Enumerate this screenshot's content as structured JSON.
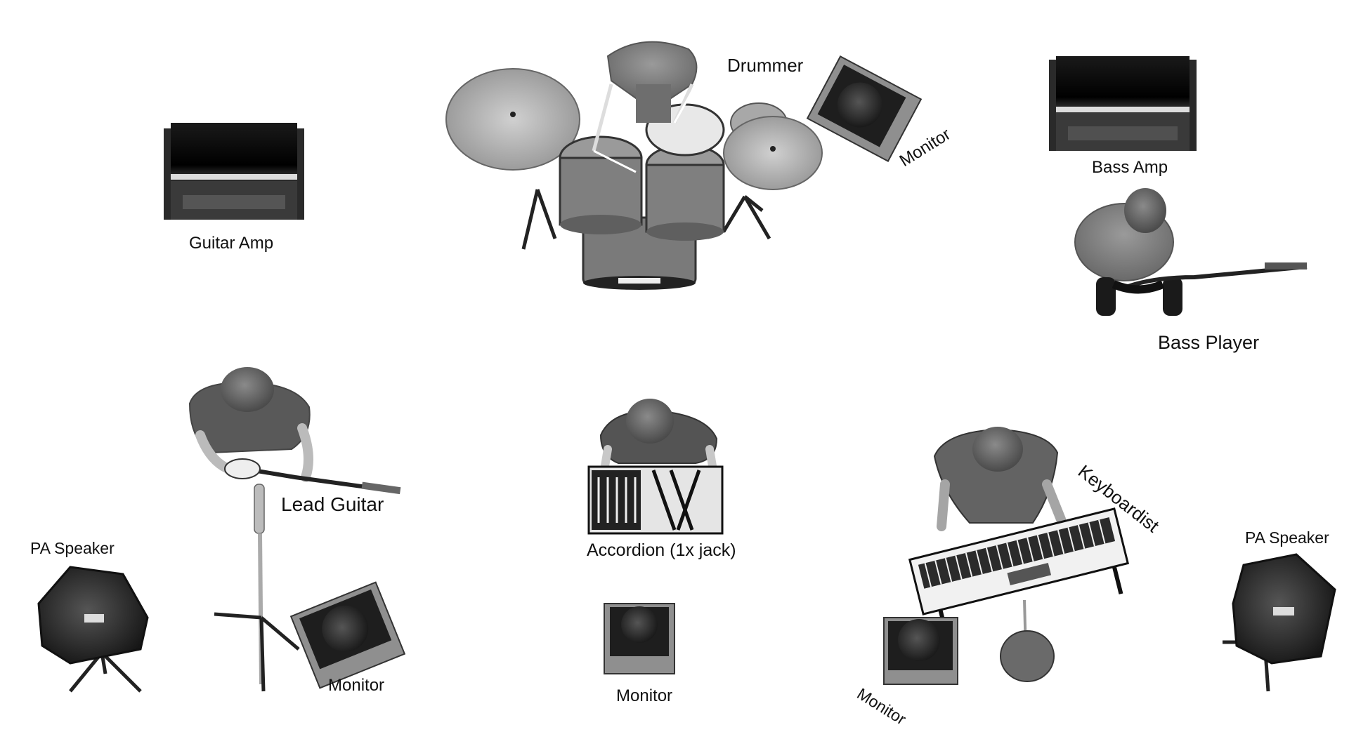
{
  "labels": {
    "drummer": "Drummer",
    "drum_monitor": "Monitor",
    "guitar_amp": "Guitar Amp",
    "bass_amp": "Bass Amp",
    "bass_player": "Bass Player",
    "lead_guitar": "Lead Guitar",
    "pa_speaker_left": "PA Speaker",
    "pa_speaker_right": "PA Speaker",
    "guitar_monitor": "Monitor",
    "accordion": "Accordion (1x jack)",
    "accordion_monitor": "Monitor",
    "keyboardist": "Keyboardist",
    "keys_monitor": "Monitor"
  },
  "colors": {
    "background": "#ffffff",
    "dark": "#111111",
    "mid_gray": "#8a8a8a",
    "light_gray": "#bdbdbd",
    "skin_gray": "#9a9a9a"
  }
}
